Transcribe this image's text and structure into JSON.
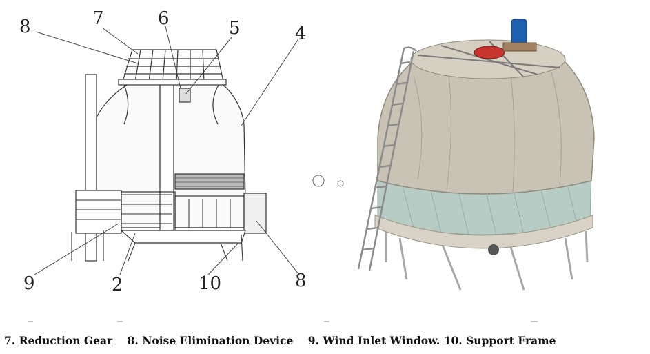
{
  "callouts": {
    "n8_top": "8",
    "n7": "7",
    "n6": "6",
    "n5": "5",
    "n4": "4",
    "n9": "9",
    "n2": "2",
    "n10": "10",
    "n8_bottom": "8"
  },
  "legend": {
    "item7": "7. Reduction Gear",
    "item8": "8. Noise Elimination Device",
    "item9_10": "9. Wind Inlet Window. 10. Support Frame"
  },
  "colors": {
    "line": "#333333",
    "tower_body": "#c9c3b5",
    "mesh": "#8aa6a0",
    "motor_blue": "#1f5fb0",
    "fan_red": "#c8352e"
  }
}
